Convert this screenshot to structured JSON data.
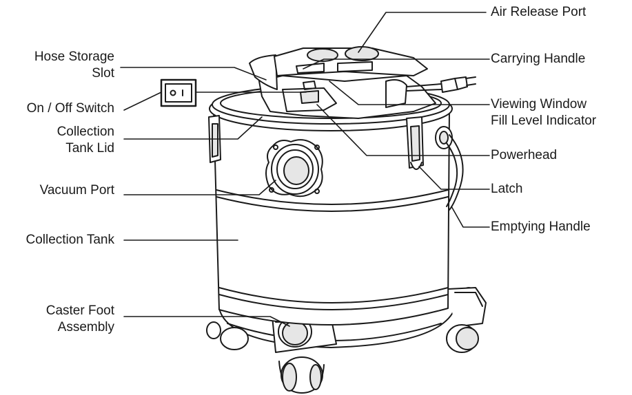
{
  "diagram": {
    "labels_left": [
      {
        "id": "hose-storage-slot",
        "lines": [
          "Hose Storage",
          "Slot"
        ]
      },
      {
        "id": "on-off-switch",
        "lines": [
          "On / Off Switch"
        ]
      },
      {
        "id": "collection-tank-lid",
        "lines": [
          "Collection",
          "Tank Lid"
        ]
      },
      {
        "id": "vacuum-port",
        "lines": [
          "Vacuum Port"
        ]
      },
      {
        "id": "collection-tank",
        "lines": [
          "Collection Tank"
        ]
      },
      {
        "id": "caster-foot-assembly",
        "lines": [
          "Caster Foot",
          "Assembly"
        ]
      }
    ],
    "labels_right": [
      {
        "id": "air-release-port",
        "lines": [
          "Air Release Port"
        ]
      },
      {
        "id": "carrying-handle",
        "lines": [
          "Carrying Handle"
        ]
      },
      {
        "id": "viewing-window",
        "lines": [
          "Viewing Window",
          "Fill Level Indicator"
        ]
      },
      {
        "id": "powerhead",
        "lines": [
          "Powerhead"
        ]
      },
      {
        "id": "latch",
        "lines": [
          "Latch"
        ]
      },
      {
        "id": "emptying-handle",
        "lines": [
          "Emptying Handle"
        ]
      }
    ],
    "colors": {
      "line": "#1a1a1a",
      "fill": "#ffffff",
      "accent_fill": "#e6e6e6"
    }
  }
}
